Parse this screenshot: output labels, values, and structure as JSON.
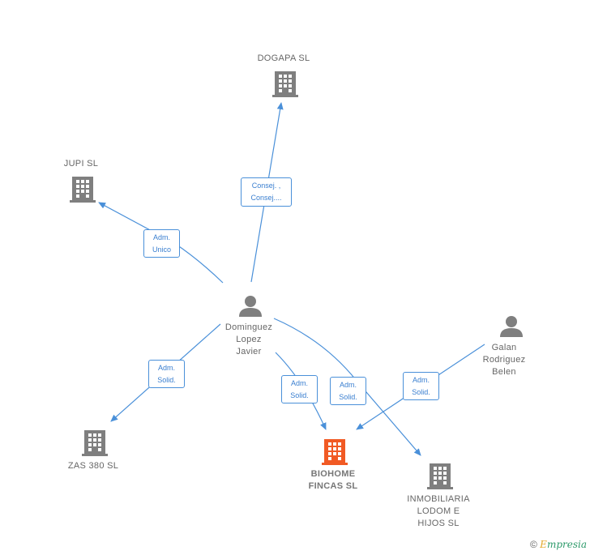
{
  "colors": {
    "company": "#7f7f7f",
    "main_company": "#f15a24",
    "person": "#7f7f7f",
    "edge": "#4a90d9"
  },
  "nodes": {
    "dogapa": {
      "label": "DOGAPA  SL",
      "icon": "building-icon"
    },
    "jupi": {
      "label": "JUPI  SL",
      "icon": "building-icon"
    },
    "dominguez": {
      "label": "Dominguez\nLopez\nJavier",
      "icon": "person-icon"
    },
    "galan": {
      "label": "Galan\nRodriguez\nBelen",
      "icon": "person-icon"
    },
    "zas": {
      "label": "ZAS 380 SL",
      "icon": "building-icon"
    },
    "biohome": {
      "label": "BIOHOME\nFINCAS  SL",
      "icon": "building-icon"
    },
    "inmobiliaria": {
      "label": "INMOBILIARIA\nLODOM E\nHIJOS SL",
      "icon": "building-icon"
    }
  },
  "relations": {
    "r_dogapa": "Consej. ,\nConsej....",
    "r_jupi": "Adm.\nUnico",
    "r_zas": "Adm.\nSolid.",
    "r_biohome_dom": "Adm.\nSolid.",
    "r_inmob": "Adm.\nSolid.",
    "r_biohome_galan": "Adm.\nSolid."
  },
  "footer": {
    "copyright": "©",
    "brand_first": "E",
    "brand_rest": "mpresia"
  }
}
